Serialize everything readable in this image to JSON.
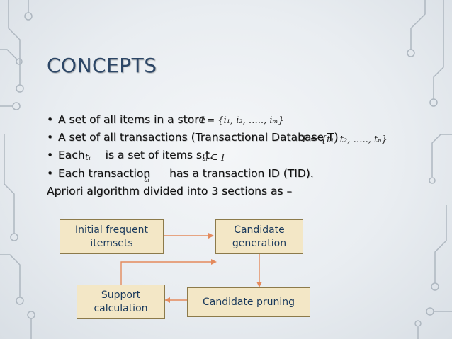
{
  "title": "CONCEPTS",
  "bullets": [
    {
      "text": "A set of all items in a store"
    },
    {
      "text": "A set of all transactions (Transactional Database T)"
    },
    {
      "text": "Each",
      "text_after": "is a set of items s.t."
    },
    {
      "text": "Each transaction",
      "text_after": "has a transaction ID (TID)."
    }
  ],
  "math": {
    "items_set": "I = {i₁, i₂, ….., iₘ}",
    "trans_set": "T = {t₁, t₂, ….., tₙ}",
    "t_i": "tᵢ",
    "subset": "tᵢ ⊆ I",
    "t_i_2": "tᵢ"
  },
  "summary": "Apriori algorithm divided into 3 sections as –",
  "flow": {
    "initial": "Initial frequent itemsets",
    "generation": "Candidate generation",
    "pruning": "Candidate pruning",
    "support": "Support calculation"
  },
  "colors": {
    "box_fill": "#f3e7c6",
    "connector": "#e48a5c",
    "title": "#2c4666"
  }
}
